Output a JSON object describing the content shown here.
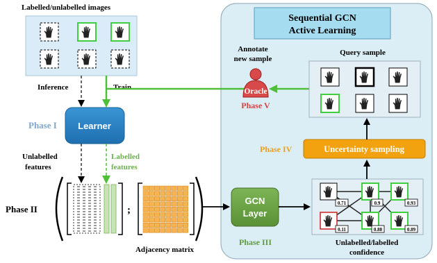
{
  "top_caption": "Labelled/unlabelled images",
  "panel_title_line1": "Sequential GCN",
  "panel_title_line2": "Active Learning",
  "query_sample": "Query sample",
  "annotate_line1": "Annotate",
  "annotate_line2": "new sample",
  "oracle": "Oracle",
  "inference": "Inference",
  "train": "Train",
  "learner": "Learner",
  "unlabelled_line1": "Unlabelled",
  "unlabelled_line2": "features",
  "labelled_line1": "Labelled",
  "labelled_line2": "features",
  "semicolon": ";",
  "adjacency": "Adjacency matrix",
  "gcn_line1": "GCN",
  "gcn_line2": "Layer",
  "uncertainty": "Uncertainty sampling",
  "confidence_line1": "Unlabelled/labelled",
  "confidence_line2": "confidence",
  "phases": {
    "p1": "Phase I",
    "p2": "Phase II",
    "p3": "Phase III",
    "p4": "Phase IV",
    "p5": "Phase V"
  },
  "confidence_values": [
    "0.71",
    "0.9",
    "0.93",
    "0.11",
    "0.88",
    "0.89"
  ],
  "colors": {
    "panel": "#dceef5",
    "phase1": "#7fa7c9",
    "phase2": "#000000",
    "phase3": "#5f9b3f",
    "phase4": "#e8a020",
    "phase5": "#d84040",
    "train_arrow": "#4fbf3a",
    "learner": "#2f86c7",
    "gcn": "#72a84a",
    "uncertainty": "#f2a20e",
    "labelled_border": "#3ecf3e",
    "unlabelled_border": "#000000",
    "low_conf_border": "#c82020"
  },
  "icons": [
    "hand-gesture-icon",
    "person-icon"
  ]
}
